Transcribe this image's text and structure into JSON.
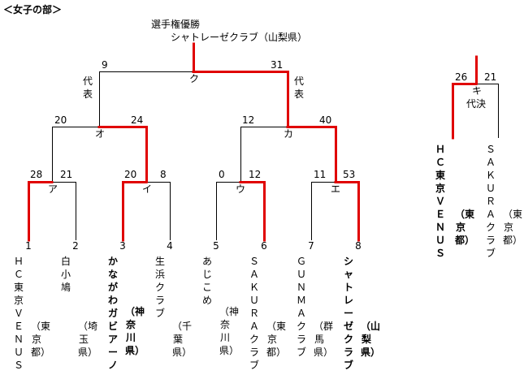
{
  "heading": "＜女子の部＞",
  "champion": {
    "label": "選手権優勝",
    "name": "シャトレーゼクラブ（山梨県）"
  },
  "final": {
    "mark": "ク",
    "left_score": "9",
    "right_score": "31",
    "left_note": "代表",
    "right_note": "代表"
  },
  "semis": [
    {
      "mark": "オ",
      "left_score": "20",
      "right_score": "24"
    },
    {
      "mark": "カ",
      "left_score": "12",
      "right_score": "40"
    }
  ],
  "quarters": [
    {
      "mark": "ア",
      "left_score": "28",
      "right_score": "21"
    },
    {
      "mark": "イ",
      "left_score": "20",
      "right_score": "8"
    },
    {
      "mark": "ウ",
      "left_score": "0",
      "right_score": "12"
    },
    {
      "mark": "エ",
      "left_score": "11",
      "right_score": "53"
    }
  ],
  "teams": [
    {
      "num": "1",
      "name": "ＨＣ東京ＶＥＮＵＳ",
      "pref": "（東京都）",
      "bold": false
    },
    {
      "num": "2",
      "name": "白小鳩",
      "pref": "（埼玉県）",
      "bold": false
    },
    {
      "num": "3",
      "name": "かながわガビアーノ",
      "pref": "（神奈川県）",
      "bold": true
    },
    {
      "num": "4",
      "name": "生浜クラブ",
      "pref": "（千葉県）",
      "bold": false
    },
    {
      "num": "5",
      "name": "あじこめ",
      "pref": "（神奈川県）",
      "bold": false
    },
    {
      "num": "6",
      "name": "ＳＡＫＵＲＡクラブ",
      "pref": "（東京都）",
      "bold": false
    },
    {
      "num": "7",
      "name": "ＧＵＮＭＡクラブ",
      "pref": "（群馬県）",
      "bold": false
    },
    {
      "num": "8",
      "name": "シャトレーゼクラブ",
      "pref": "（山梨県）",
      "bold": true
    }
  ],
  "playoff": {
    "mark": "キ",
    "note": "代決",
    "left_score": "26",
    "right_score": "21",
    "teams": [
      {
        "name": "ＨＣ東京ＶＥＮＵＳ",
        "pref": "（東京都）",
        "bold": true
      },
      {
        "name": "ＳＡＫＵＲＡクラブ",
        "pref": "（東京都）",
        "bold": false
      }
    ]
  },
  "colors": {
    "winner_line": "#e00000",
    "line": "#000000"
  }
}
